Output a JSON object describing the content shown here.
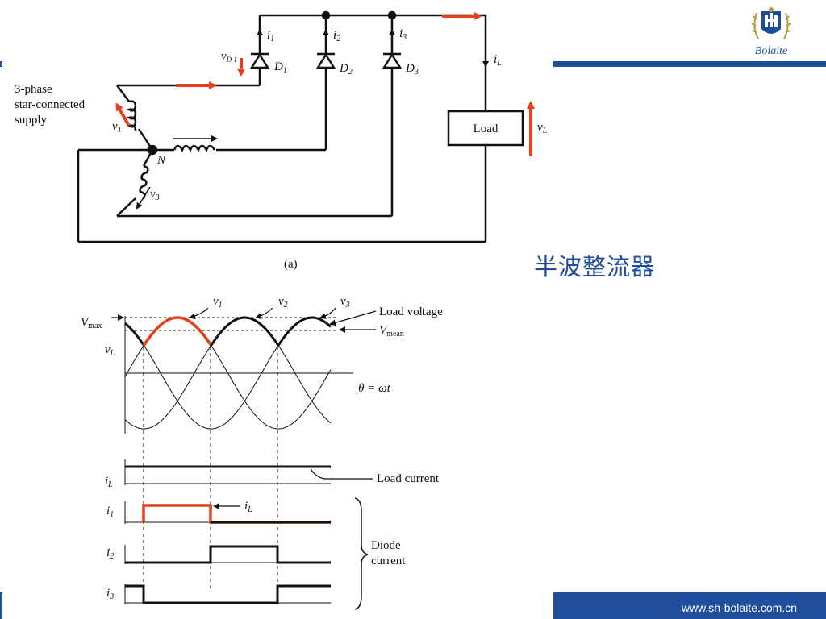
{
  "slide": {
    "title": "半波整流器",
    "footer_url": "www.sh-bolaite.com.cn",
    "logo_text": "Bolaite"
  },
  "colors": {
    "accent_blue": "#1f4e9c",
    "highlight_red": "#e8401c",
    "line_black": "#111111"
  },
  "circuit": {
    "supply_label": [
      "3-phase",
      "star-connected",
      "supply"
    ],
    "phase_voltage_1": "v",
    "phase_voltage_1_sub": "1",
    "phase_voltage_3": "v",
    "phase_voltage_3_sub": "3",
    "neutral_label": "N",
    "diode_voltage": "v",
    "diode_voltage_sub": "D 1",
    "diodes": [
      {
        "name": "D",
        "sub": "1",
        "current": "i",
        "current_sub": "1"
      },
      {
        "name": "D",
        "sub": "2",
        "current": "i",
        "current_sub": "2"
      },
      {
        "name": "D",
        "sub": "3",
        "current": "i",
        "current_sub": "3"
      }
    ],
    "load_label": "Load",
    "load_current": "i",
    "load_current_sub": "L",
    "load_voltage": "v",
    "load_voltage_sub": "L",
    "caption": "(a)"
  },
  "waveforms": {
    "vmax": "V",
    "vmax_sub": "max",
    "vmean": "V",
    "vmean_sub": "mean",
    "vL": "v",
    "vL_sub": "L",
    "phase_labels": [
      {
        "v": "v",
        "sub": "1"
      },
      {
        "v": "v",
        "sub": "2"
      },
      {
        "v": "v",
        "sub": "3"
      }
    ],
    "load_voltage_label": "Load voltage",
    "axis_label": "|θ = ωt",
    "iL": "i",
    "iL_sub": "L",
    "load_current_label": "Load current",
    "i1": "i",
    "i1_sub": "1",
    "i2": "i",
    "i2_sub": "2",
    "i3": "i",
    "i3_sub": "3",
    "i1_annotation": "i",
    "i1_annotation_sub": "L",
    "diode_current_label": [
      "Diode",
      "current"
    ]
  }
}
